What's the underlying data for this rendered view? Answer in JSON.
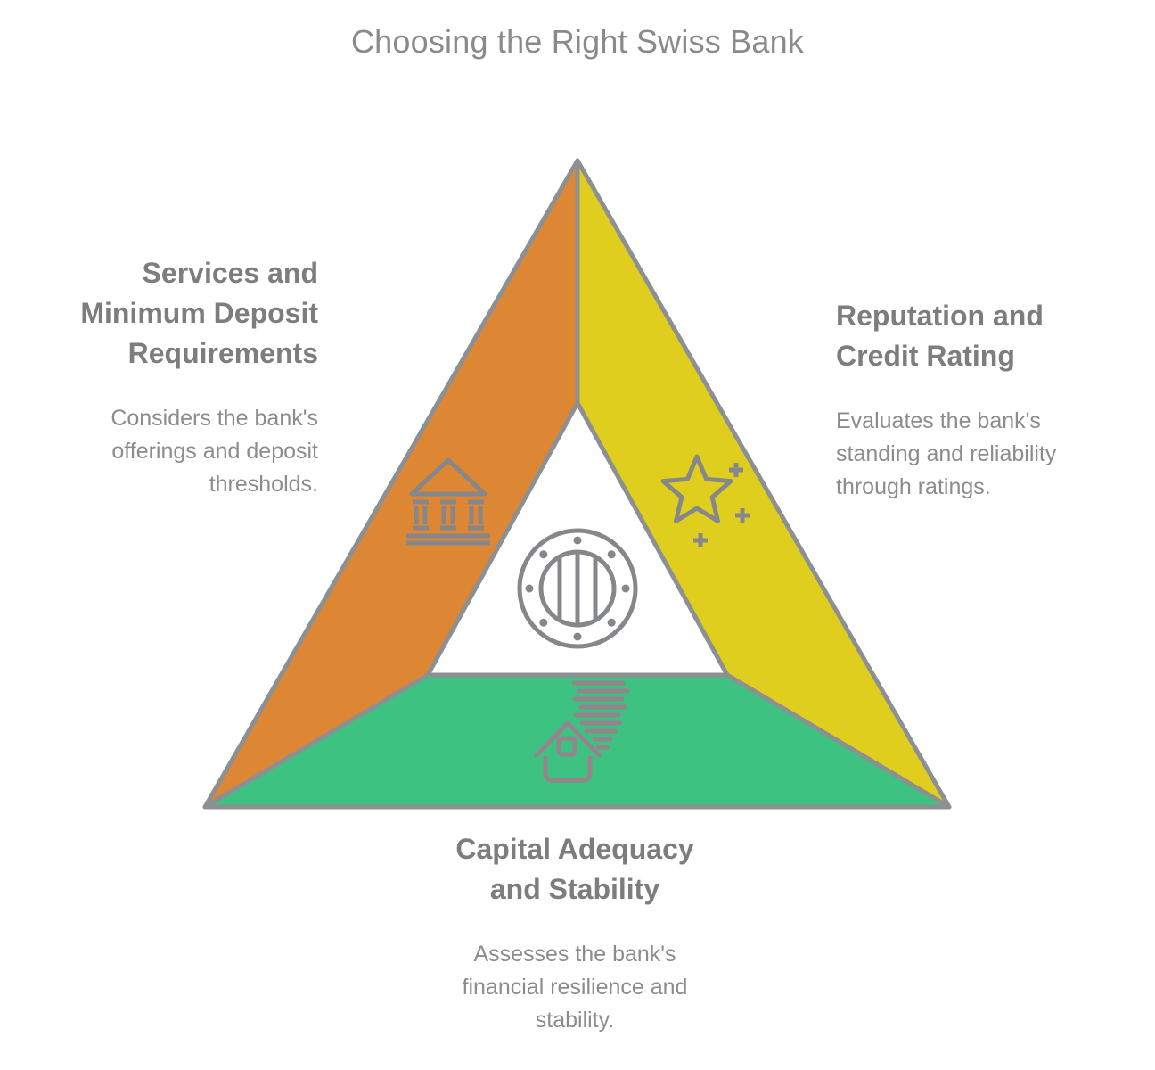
{
  "title": "Choosing the Right Swiss Bank",
  "colors": {
    "orange": "#dd8633",
    "yellow": "#e0ce1e",
    "green": "#3ec282",
    "border_gray": "#8d9093",
    "icon_gray": "#85878a",
    "icon_pink": "#97838e",
    "heading_text": "#7d7d7d",
    "body_text": "#8c8c8c",
    "title_text": "#8a8a8a"
  },
  "center_icon": "vault-icon",
  "sections": [
    {
      "id": "services",
      "heading": "Services and\nMinimum Deposit\nRequirements",
      "description": "Considers the bank's\nofferings and deposit\nthresholds.",
      "color": "#dd8633",
      "icon": "bank-building-icon"
    },
    {
      "id": "reputation",
      "heading": "Reputation and\nCredit Rating",
      "description": "Evaluates the bank's\nstanding and reliability\nthrough ratings.",
      "color": "#e0ce1e",
      "icon": "star-sparkles-icon"
    },
    {
      "id": "capital",
      "heading": "Capital Adequacy\nand Stability",
      "description": "Assesses the bank's\nfinancial resilience and\nstability.",
      "color": "#3ec282",
      "icon": "house-tornado-icon"
    }
  ]
}
